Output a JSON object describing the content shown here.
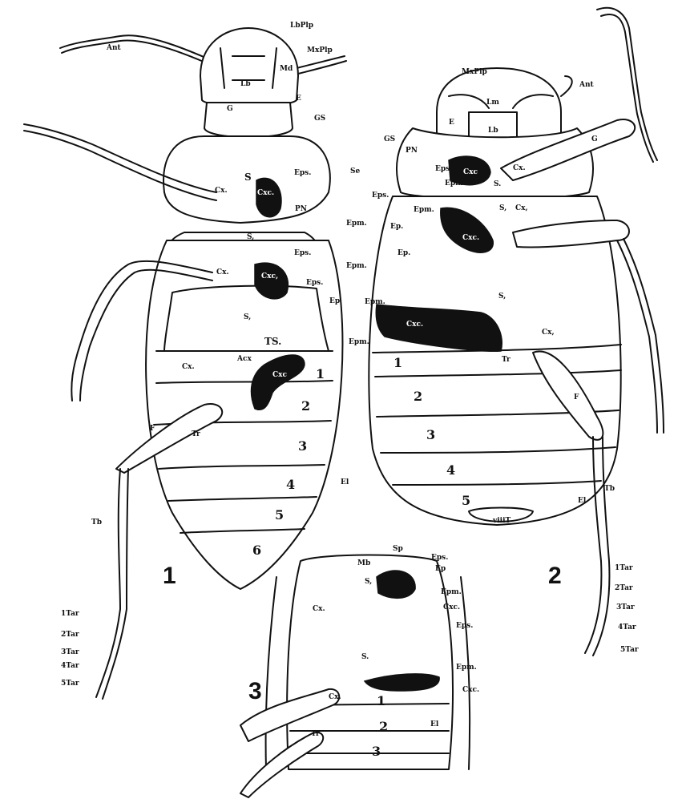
{
  "figure_numbers": {
    "fig1": "1",
    "fig2": "2",
    "fig3": "3"
  },
  "fig1": {
    "labels": {
      "ant": "Ant",
      "lbplp": "LbPlp",
      "mxplp": "MxPlp",
      "md": "Md",
      "lb": "Lb",
      "e": "E",
      "g": "G",
      "gs": "GS",
      "s": "S",
      "eps": "Eps.",
      "se": "Se",
      "cx1": "Cx.",
      "cxc1": "Cxc.",
      "pn": "PN",
      "epm1": "Epm.",
      "s2": "S,",
      "eps2": "Eps.",
      "cx2": "Cx.",
      "cxc2": "Cxc,",
      "epm2": "Epm.",
      "eps3": "Eps.",
      "ep": "Ep",
      "s3": "S,",
      "ts": "TS.",
      "epm3": "Epm.",
      "acx": "Acx",
      "cx3": "Cx.",
      "cxc3": "Cxc",
      "f": "F",
      "tr": "Tr",
      "tb": "Tb",
      "el": "El",
      "st1": "1",
      "st2": "2",
      "st3": "3",
      "st4": "4",
      "st5": "5",
      "st6": "6",
      "tar1": "1Tar",
      "tar2": "2Tar",
      "tar3": "3Tar",
      "tar4": "4Tar",
      "tar5": "5Tar"
    }
  },
  "fig2": {
    "labels": {
      "mxplp": "MxPlp",
      "ant": "Ant",
      "lm": "Lm",
      "lb": "Lb",
      "e": "E",
      "gs": "GS",
      "g": "G",
      "pn": "PN",
      "eps1": "Eps",
      "cxc1": "Cxc",
      "cx1": "Cx.",
      "epm1": "Epm.",
      "s1": "S.",
      "eps2": "Eps.",
      "epm2": "Epm.",
      "s2": "S,",
      "cx2": "Cx,",
      "ep1": "Ep.",
      "ep2": "Ep.",
      "cxc2": "Cxc.",
      "epm3": "Epm.",
      "s3": "S,",
      "cxc3": "Cxc.",
      "cx3": "Cx,",
      "tr": "Tr",
      "f": "F",
      "tb": "Tb",
      "el": "El",
      "viiit": "viiiT",
      "st1": "1",
      "st2": "2",
      "st3": "3",
      "st4": "4",
      "st5": "5",
      "tar1": "1Tar",
      "tar2": "2Tar",
      "tar3": "3Tar",
      "tar4": "4Tar",
      "tar5": "5Tar"
    }
  },
  "fig3": {
    "labels": {
      "sp": "Sp",
      "mb": "Mb",
      "eps1": "Eps.",
      "ep": "Ep",
      "s1": "S,",
      "epm1": "Epm.",
      "cxc1": "Cxc.",
      "cx1": "Cx.",
      "eps2": "Eps.",
      "s2": "S.",
      "epm2": "Epm.",
      "cxc2": "Cxc.",
      "cx2": "Cx.",
      "st1": "1",
      "st2": "2",
      "st3": "3",
      "el": "El",
      "tr": "Tr"
    }
  }
}
